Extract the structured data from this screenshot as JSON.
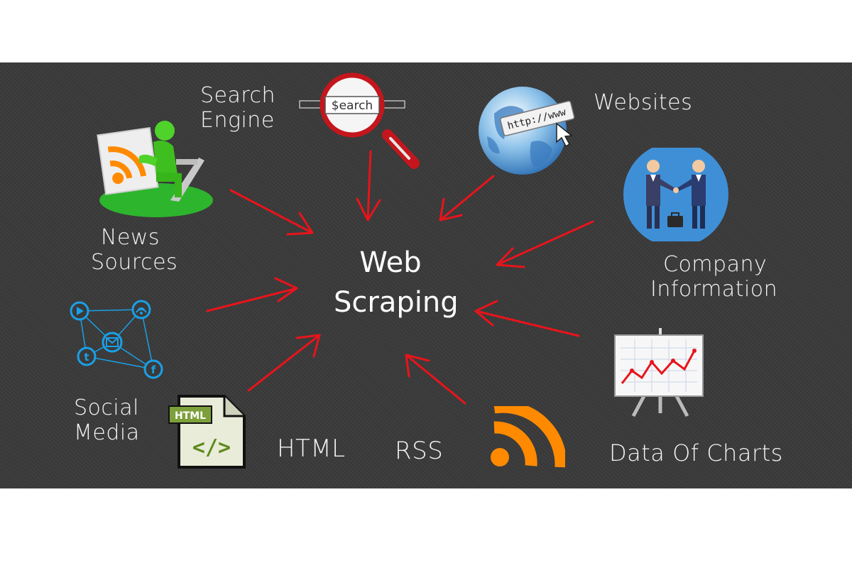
{
  "center": {
    "line1": "Web",
    "line2": "Scraping"
  },
  "labels": {
    "search_engine": [
      "Search",
      "Engine"
    ],
    "news_sources": [
      "News",
      "Sources"
    ],
    "social_media": [
      "Social",
      "Media"
    ],
    "html": "HTML",
    "rss": "RSS",
    "websites": "Websites",
    "company_information": [
      "Company",
      "Information"
    ],
    "data_of_charts": "Data Of Charts"
  },
  "icon_text": {
    "search_box": "$earch",
    "url": "http://www",
    "html_tag": "HTML",
    "html_code": "</>"
  },
  "colors": {
    "arrow": "#e8141b",
    "background": "#3a3a3a",
    "rss_orange": "#ff8a00",
    "social_blue": "#1aa0e6"
  }
}
